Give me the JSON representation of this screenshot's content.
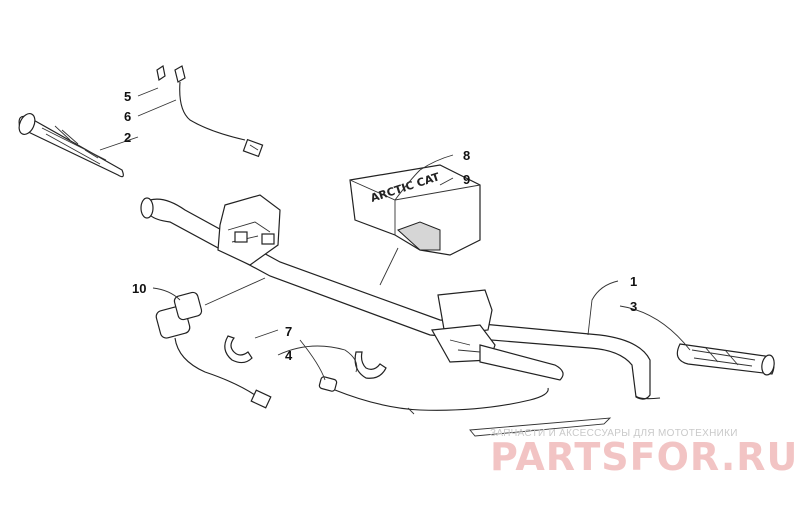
{
  "callouts": [
    {
      "id": "c1",
      "label": "1"
    },
    {
      "id": "c2",
      "label": "2"
    },
    {
      "id": "c3",
      "label": "3"
    },
    {
      "id": "c4",
      "label": "4"
    },
    {
      "id": "c5",
      "label": "5"
    },
    {
      "id": "c6",
      "label": "6"
    },
    {
      "id": "c7",
      "label": "7"
    },
    {
      "id": "c8",
      "label": "8"
    },
    {
      "id": "c9",
      "label": "9"
    },
    {
      "id": "c10",
      "label": "10"
    }
  ],
  "watermark": {
    "tagline": "ЗАПЧАСТИ И АКСЕССУАРЫ ДЛЯ МОТОТЕХНИКИ",
    "site": "PARTSFOR.RU"
  },
  "colors": {
    "line": "#222222",
    "watermark_red": "#f2c4c4",
    "watermark_gray": "#c9c9c9"
  }
}
